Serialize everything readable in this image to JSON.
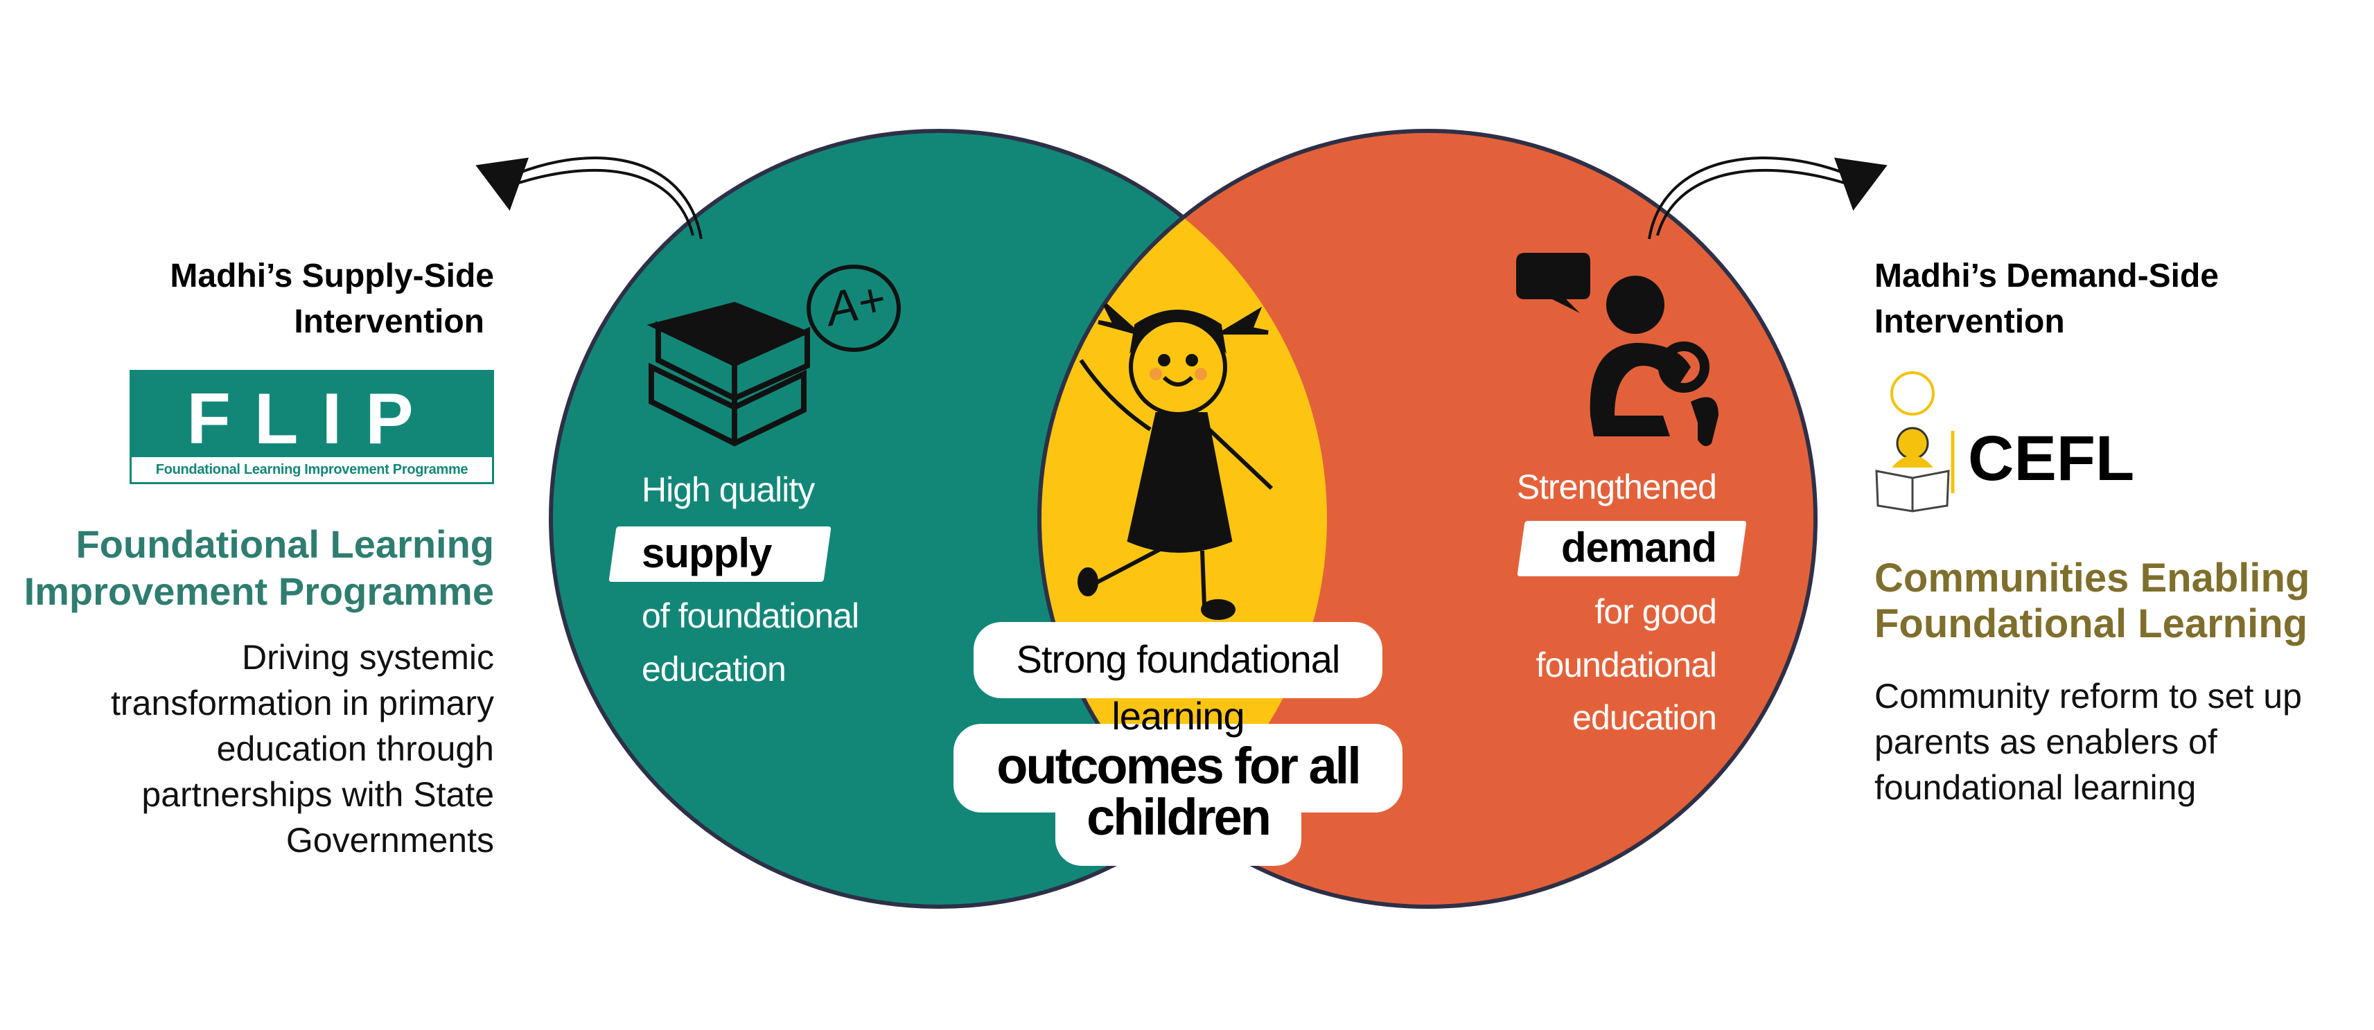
{
  "colors": {
    "teal": "#128778",
    "orange": "#e3613a",
    "yellow": "#fdc512",
    "outline": "#2d3047",
    "teal_text": "#2e7d70",
    "olive_text": "#7f6f2c"
  },
  "left": {
    "heading": [
      "Madhi’s Supply-Side",
      "Intervention"
    ],
    "logo": {
      "name": "FLIP",
      "subtitle": "Foundational Learning Improvement Programme"
    },
    "title": [
      "Foundational Learning",
      "Improvement Programme"
    ],
    "body": [
      "Driving systemic",
      "transformation in primary",
      "education through",
      "partnerships with State",
      "Governments"
    ]
  },
  "right": {
    "heading": [
      "Madhi’s Demand-Side",
      "Intervention"
    ],
    "logo": {
      "name": "CEFL"
    },
    "title": [
      "Communities Enabling",
      "Foundational Learning"
    ],
    "body": [
      "Community reform to set up",
      "parents as enablers of",
      "foundational learning"
    ]
  },
  "supply_circle": {
    "line1": "High quality",
    "highlight": "supply",
    "line3": "of foundational",
    "line4": "education",
    "badge": "A+"
  },
  "demand_circle": {
    "line1": "Strengthened",
    "highlight": "demand",
    "line3": "for good",
    "line4": "foundational",
    "line5": "education"
  },
  "center": {
    "line1": "Strong foundational",
    "line2": "learning",
    "bold1": "outcomes for all",
    "bold2": "children"
  }
}
